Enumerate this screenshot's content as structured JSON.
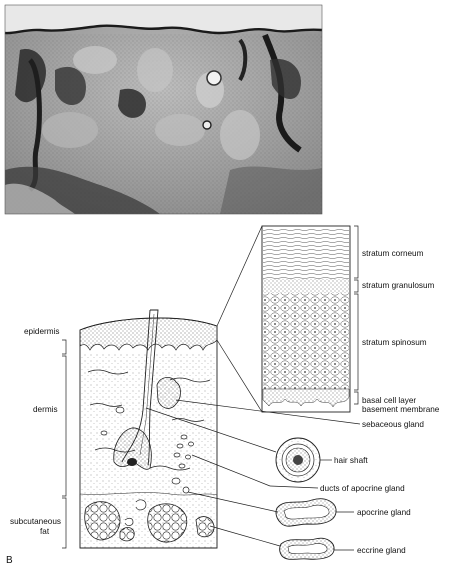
{
  "panel_label": "B",
  "layers_left": {
    "epidermis": "epidermis",
    "dermis": "dermis",
    "subcutaneous_line1": "subcutaneous",
    "subcutaneous_line2": "fat"
  },
  "epidermis_layers": {
    "stratum_corneum": "stratum corneum",
    "stratum_granulosum": "stratum granulosum",
    "stratum_spinosum": "stratum spinosum",
    "basal_cell_layer": "basal cell layer",
    "basement_membrane": "basement membrane"
  },
  "structures": {
    "sebaceous_gland": "sebaceous gland",
    "hair_shaft": "hair shaft",
    "ducts_apocrine": "ducts of apocrine gland",
    "apocrine_gland": "apocrine gland",
    "eccrine_gland": "eccrine gland"
  },
  "colors": {
    "photo_dark": "#2a2a2a",
    "photo_mid": "#7a7a7a",
    "photo_light": "#cfcfcf",
    "line": "#222222"
  }
}
